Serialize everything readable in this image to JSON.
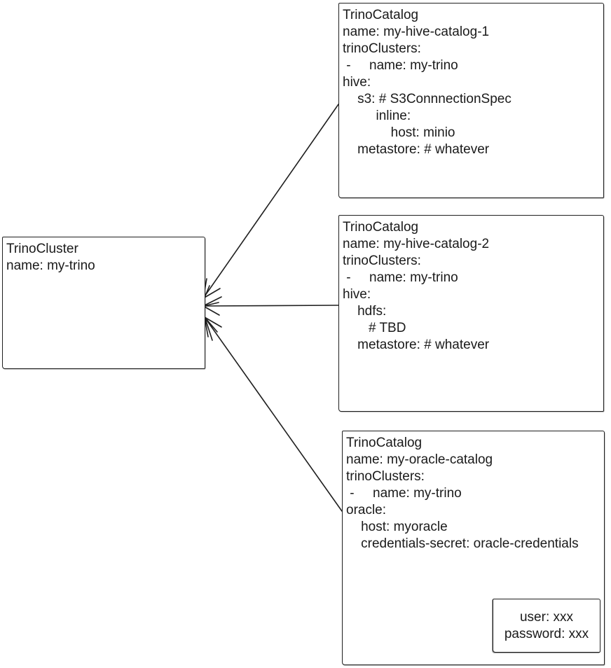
{
  "diagram": {
    "title": "TrinoCluster / TrinoCatalog relationship diagram",
    "colors": {
      "stroke": "#1f1f1f",
      "text": "#1a1a1a",
      "background": "#ffffff"
    },
    "cluster_box": {
      "lines": [
        "TrinoCluster",
        "name: my-trino"
      ]
    },
    "catalog_boxes": [
      {
        "id": "catalog-1",
        "lines": [
          "TrinoCatalog",
          "name: my-hive-catalog-1",
          "trinoClusters:",
          " -     name: my-trino",
          "hive:",
          "    s3: # S3ConnnectionSpec",
          "         inline:",
          "             host: minio",
          "    metastore: # whatever"
        ]
      },
      {
        "id": "catalog-2",
        "lines": [
          "TrinoCatalog",
          "name: my-hive-catalog-2",
          "trinoClusters:",
          " -     name: my-trino",
          "hive:",
          "    hdfs:",
          "       # TBD",
          "    metastore: # whatever"
        ]
      },
      {
        "id": "catalog-3",
        "lines": [
          "TrinoCatalog",
          "name: my-oracle-catalog",
          "trinoClusters:",
          " -     name: my-trino",
          "oracle:",
          "    host: myoracle",
          "    credentials-secret: oracle-credentials"
        ]
      }
    ],
    "secret_box": {
      "lines": [
        "user: xxx",
        "password: xxx"
      ]
    }
  }
}
